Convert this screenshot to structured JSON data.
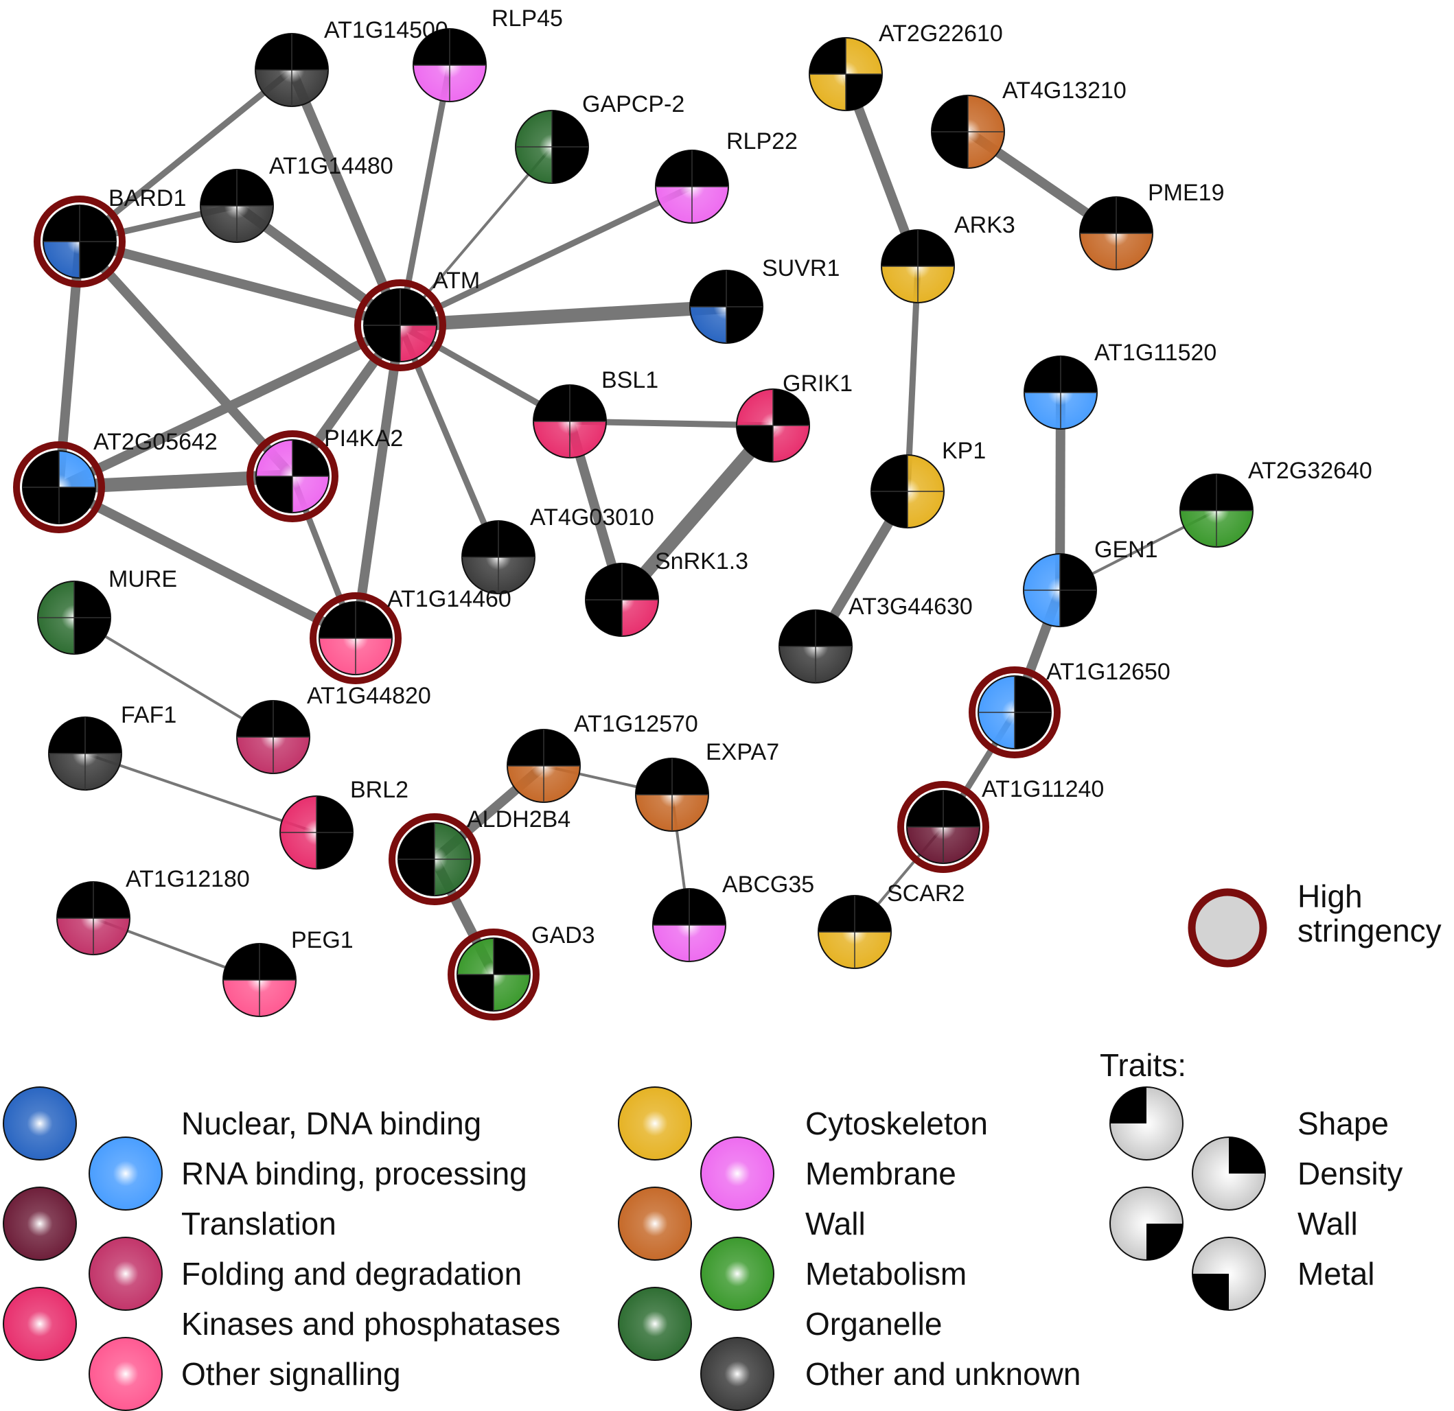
{
  "colors": {
    "nuclear": "#2a66c2",
    "rna": "#4a9eff",
    "translation": "#6e1f3a",
    "folding": "#c2356a",
    "kinases": "#e8306e",
    "signalling": "#ff5a92",
    "cytoskeleton": "#e6b325",
    "membrane": "#ee6cf0",
    "wall": "#c66a2a",
    "metabolism": "#3c9a2e",
    "organelle": "#2f6e33",
    "other": "#3d3d3d",
    "high_stringency_ring": "#7a0d0d",
    "edge": "#777777"
  },
  "nodes": [
    {
      "id": "AT1G14500",
      "label": "AT1G14500",
      "color": "other",
      "traits": [
        "shape",
        "density"
      ]
    },
    {
      "id": "RLP45",
      "label": "RLP45",
      "color": "membrane",
      "traits": [
        "shape",
        "density"
      ]
    },
    {
      "id": "GAPCP2",
      "label": "GAPCP-2",
      "color": "organelle",
      "traits": [
        "density",
        "wall"
      ]
    },
    {
      "id": "RLP22",
      "label": "RLP22",
      "color": "membrane",
      "traits": [
        "shape",
        "density"
      ]
    },
    {
      "id": "AT1G14480",
      "label": "AT1G14480",
      "color": "other",
      "traits": [
        "shape",
        "density"
      ]
    },
    {
      "id": "BARD1",
      "label": "BARD1",
      "color": "nuclear",
      "traits": [
        "shape",
        "density",
        "wall"
      ],
      "high": true
    },
    {
      "id": "ATM",
      "label": "ATM",
      "color": "kinases",
      "traits": [
        "shape",
        "density",
        "metal"
      ],
      "high": true
    },
    {
      "id": "SUVR1",
      "label": "SUVR1",
      "color": "nuclear",
      "traits": [
        "shape",
        "density",
        "wall"
      ]
    },
    {
      "id": "AT2G05642",
      "label": "AT2G05642",
      "color": "rna",
      "traits": [
        "shape",
        "wall",
        "metal"
      ],
      "high": true
    },
    {
      "id": "PI4KA2",
      "label": "PI4KA2",
      "color": "membrane",
      "traits": [
        "density",
        "metal"
      ],
      "high": true
    },
    {
      "id": "BSL1",
      "label": "BSL1",
      "color": "kinases",
      "traits": [
        "shape",
        "density"
      ]
    },
    {
      "id": "GRIK1",
      "label": "GRIK1",
      "color": "kinases",
      "traits": [
        "density",
        "metal"
      ]
    },
    {
      "id": "AT4G03010",
      "label": "AT4G03010",
      "color": "other",
      "traits": [
        "shape",
        "density"
      ]
    },
    {
      "id": "SnRK13",
      "label": "SnRK1.3",
      "color": "kinases",
      "traits": [
        "shape",
        "density",
        "metal"
      ]
    },
    {
      "id": "AT1G14460",
      "label": "AT1G14460",
      "color": "signalling",
      "traits": [
        "shape",
        "density"
      ],
      "high": true
    },
    {
      "id": "MURE",
      "label": "MURE",
      "color": "organelle",
      "traits": [
        "density",
        "wall"
      ]
    },
    {
      "id": "AT1G44820",
      "label": "AT1G44820",
      "color": "folding",
      "traits": [
        "shape",
        "density"
      ]
    },
    {
      "id": "FAF1",
      "label": "FAF1",
      "color": "other",
      "traits": [
        "shape",
        "density"
      ]
    },
    {
      "id": "BRL2",
      "label": "BRL2",
      "color": "kinases",
      "traits": [
        "density",
        "wall"
      ]
    },
    {
      "id": "AT1G12180",
      "label": "AT1G12180",
      "color": "folding",
      "traits": [
        "shape",
        "density"
      ]
    },
    {
      "id": "PEG1",
      "label": "PEG1",
      "color": "signalling",
      "traits": [
        "shape",
        "density"
      ]
    },
    {
      "id": "AT1G12570",
      "label": "AT1G12570",
      "color": "wall",
      "traits": [
        "shape",
        "density"
      ]
    },
    {
      "id": "EXPA7",
      "label": "EXPA7",
      "color": "wall",
      "traits": [
        "shape",
        "density"
      ]
    },
    {
      "id": "ALDH2B4",
      "label": "ALDH2B4",
      "color": "organelle",
      "traits": [
        "shape",
        "metal"
      ],
      "high": true
    },
    {
      "id": "GAD3",
      "label": "GAD3",
      "color": "metabolism",
      "traits": [
        "density",
        "metal"
      ],
      "high": true
    },
    {
      "id": "ABCG35",
      "label": "ABCG35",
      "color": "membrane",
      "traits": [
        "shape",
        "density"
      ]
    },
    {
      "id": "AT2G22610",
      "label": "AT2G22610",
      "color": "cytoskeleton",
      "traits": [
        "shape",
        "wall"
      ]
    },
    {
      "id": "ARK3",
      "label": "ARK3",
      "color": "cytoskeleton",
      "traits": [
        "shape",
        "density"
      ]
    },
    {
      "id": "KP1",
      "label": "KP1",
      "color": "cytoskeleton",
      "traits": [
        "shape",
        "metal"
      ]
    },
    {
      "id": "AT3G44630",
      "label": "AT3G44630",
      "color": "other",
      "traits": [
        "shape",
        "density"
      ]
    },
    {
      "id": "AT4G13210",
      "label": "AT4G13210",
      "color": "wall",
      "traits": [
        "shape",
        "metal"
      ]
    },
    {
      "id": "PME19",
      "label": "PME19",
      "color": "wall",
      "traits": [
        "shape",
        "density"
      ]
    },
    {
      "id": "AT1G11520",
      "label": "AT1G11520",
      "color": "rna",
      "traits": [
        "shape",
        "density"
      ]
    },
    {
      "id": "AT2G32640",
      "label": "AT2G32640",
      "color": "metabolism",
      "traits": [
        "shape",
        "density"
      ]
    },
    {
      "id": "GEN1",
      "label": "GEN1",
      "color": "rna",
      "traits": [
        "density",
        "wall"
      ]
    },
    {
      "id": "AT1G12650",
      "label": "AT1G12650",
      "color": "rna",
      "traits": [
        "density",
        "wall"
      ],
      "high": true
    },
    {
      "id": "AT1G11240",
      "label": "AT1G11240",
      "color": "translation",
      "traits": [
        "shape",
        "density"
      ],
      "high": true
    },
    {
      "id": "SCAR2",
      "label": "SCAR2",
      "color": "cytoskeleton",
      "traits": [
        "shape",
        "density"
      ]
    }
  ],
  "edges": [
    {
      "a": "AT1G14500",
      "b": "ATM",
      "w": "thick"
    },
    {
      "a": "AT1G14500",
      "b": "BARD1",
      "w": "medium"
    },
    {
      "a": "RLP45",
      "b": "ATM",
      "w": "medium"
    },
    {
      "a": "GAPCP2",
      "b": "ATM",
      "w": "thin"
    },
    {
      "a": "RLP22",
      "b": "ATM",
      "w": "medium"
    },
    {
      "a": "AT1G14480",
      "b": "BARD1",
      "w": "medium"
    },
    {
      "a": "AT1G14480",
      "b": "ATM",
      "w": "thick"
    },
    {
      "a": "BARD1",
      "b": "ATM",
      "w": "thick"
    },
    {
      "a": "BARD1",
      "b": "AT2G05642",
      "w": "thick"
    },
    {
      "a": "BARD1",
      "b": "PI4KA2",
      "w": "thick"
    },
    {
      "a": "ATM",
      "b": "SUVR1",
      "w": "vthick"
    },
    {
      "a": "ATM",
      "b": "AT2G05642",
      "w": "thick"
    },
    {
      "a": "ATM",
      "b": "PI4KA2",
      "w": "thick"
    },
    {
      "a": "ATM",
      "b": "BSL1",
      "w": "medium"
    },
    {
      "a": "ATM",
      "b": "AT4G03010",
      "w": "medium"
    },
    {
      "a": "ATM",
      "b": "AT1G14460",
      "w": "thick"
    },
    {
      "a": "AT2G05642",
      "b": "PI4KA2",
      "w": "vthick"
    },
    {
      "a": "AT2G05642",
      "b": "AT1G14460",
      "w": "thick"
    },
    {
      "a": "PI4KA2",
      "b": "AT1G14460",
      "w": "medium"
    },
    {
      "a": "BSL1",
      "b": "GRIK1",
      "w": "medium"
    },
    {
      "a": "BSL1",
      "b": "SnRK13",
      "w": "thick"
    },
    {
      "a": "GRIK1",
      "b": "SnRK13",
      "w": "vthick"
    },
    {
      "a": "MURE",
      "b": "AT1G44820",
      "w": "thin"
    },
    {
      "a": "FAF1",
      "b": "BRL2",
      "w": "thin"
    },
    {
      "a": "AT1G12180",
      "b": "PEG1",
      "w": "thin"
    },
    {
      "a": "AT1G12570",
      "b": "EXPA7",
      "w": "thin"
    },
    {
      "a": "AT1G12570",
      "b": "ALDH2B4",
      "w": "thick"
    },
    {
      "a": "ALDH2B4",
      "b": "GAD3",
      "w": "thick"
    },
    {
      "a": "EXPA7",
      "b": "ABCG35",
      "w": "thin"
    },
    {
      "a": "AT2G22610",
      "b": "ARK3",
      "w": "thick"
    },
    {
      "a": "ARK3",
      "b": "KP1",
      "w": "medium"
    },
    {
      "a": "KP1",
      "b": "AT3G44630",
      "w": "thick"
    },
    {
      "a": "AT4G13210",
      "b": "PME19",
      "w": "thick"
    },
    {
      "a": "AT1G11520",
      "b": "GEN1",
      "w": "thick"
    },
    {
      "a": "GEN1",
      "b": "AT2G32640",
      "w": "thin"
    },
    {
      "a": "GEN1",
      "b": "AT1G12650",
      "w": "thick"
    },
    {
      "a": "AT1G12650",
      "b": "AT1G11240",
      "w": "medium"
    },
    {
      "a": "AT1G11240",
      "b": "SCAR2",
      "w": "thin"
    }
  ],
  "legend": {
    "high_stringency": {
      "line1": "High",
      "line2": "stringency"
    },
    "categories_left": [
      {
        "label": "Nuclear, DNA binding",
        "color": "nuclear"
      },
      {
        "label": "RNA binding, processing",
        "color": "rna"
      },
      {
        "label": "Translation",
        "color": "translation"
      },
      {
        "label": "Folding and degradation",
        "color": "folding"
      },
      {
        "label": "Kinases and phosphatases",
        "color": "kinases"
      },
      {
        "label": "Other signalling",
        "color": "signalling"
      }
    ],
    "categories_right": [
      {
        "label": "Cytoskeleton",
        "color": "cytoskeleton"
      },
      {
        "label": "Membrane",
        "color": "membrane"
      },
      {
        "label": "Wall",
        "color": "wall"
      },
      {
        "label": "Metabolism",
        "color": "metabolism"
      },
      {
        "label": "Organelle",
        "color": "organelle"
      },
      {
        "label": "Other and unknown",
        "color": "other"
      }
    ],
    "traits_title": "Traits:",
    "traits": [
      {
        "label": "Shape",
        "quadrant": "shape"
      },
      {
        "label": "Density",
        "quadrant": "density"
      },
      {
        "label": "Wall",
        "quadrant": "wall"
      },
      {
        "label": "Metal",
        "quadrant": "metal"
      }
    ]
  }
}
